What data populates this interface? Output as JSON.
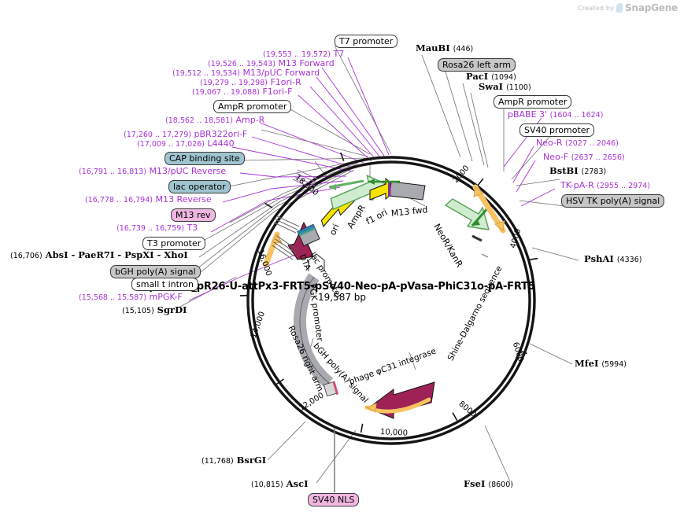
{
  "watermark": {
    "created_by": "Created by",
    "brand": "SnapGene",
    "logo_icon": "snapgene-logo-icon"
  },
  "map": {
    "title": "pBT313_pR26-U-attPx3-FRT5-pSV40-Neo-pA-pVasa-PhiC31o-pA-FRT5",
    "size": "19,587 bp",
    "type": "circular-plasmid-map",
    "colors": {
      "backbone": "#1a1a1a",
      "primer": "#a832d6",
      "enzyme": "#000000",
      "feature_gray": "#c6c6c6",
      "feature_teal": "#9fc4cf",
      "feature_pink": "#efb6e0",
      "arrow_yellow": "#f5e400",
      "arrow_green": "#c6ecc6",
      "arrow_orange": "#f7c362",
      "arrow_magenta": "#9e2256",
      "arrow_gray": "#a8aab0"
    }
  },
  "ticks": [
    {
      "label": "2000",
      "angle": 36.8
    },
    {
      "label": "4000",
      "angle": 73.5
    },
    {
      "label": "6000",
      "angle": 110.3
    },
    {
      "label": "8000",
      "angle": 147.1
    },
    {
      "label": "10,000",
      "angle": 183.9
    },
    {
      "label": "12,000",
      "angle": 220.6
    },
    {
      "label": "14,000",
      "angle": 257.4
    },
    {
      "label": "16,000",
      "angle": 294.2
    },
    {
      "label": "18,000",
      "angle": 331.0
    }
  ],
  "primers": [
    {
      "name": "T7",
      "range": "(19,553 .. 19,572)",
      "order": "range-first"
    },
    {
      "name": "M13 Forward",
      "range": "(19,526 .. 19,543)",
      "order": "range-first"
    },
    {
      "name": "M13/pUC Forward",
      "range": "(19,512 .. 19,534)",
      "order": "range-first"
    },
    {
      "name": "F1ori-R",
      "range": "(19,279 .. 19,298)",
      "order": "range-first"
    },
    {
      "name": "F1ori-F",
      "range": "(19,067 .. 19,088)",
      "order": "range-first"
    },
    {
      "name": "Amp-R",
      "range": "(18,562 .. 18,581)",
      "order": "range-first"
    },
    {
      "name": "pBR322ori-F",
      "range": "(17,260 .. 17,279)",
      "order": "range-first"
    },
    {
      "name": "L4440",
      "range": "(17,009 .. 17,026)",
      "order": "range-first"
    },
    {
      "name": "M13/pUC Reverse",
      "range": "(16,791 .. 16,813)",
      "order": "range-first"
    },
    {
      "name": "M13 Reverse",
      "range": "(16,778 .. 16,794)",
      "order": "range-first"
    },
    {
      "name": "T3",
      "range": "(16,739 .. 16,759)",
      "order": "range-first"
    },
    {
      "name": "mPGK-F",
      "range": "(15,568 .. 15,587)",
      "order": "range-first"
    },
    {
      "name": "pBABE 3'",
      "range": "(1604 .. 1624)",
      "order": "name-first"
    },
    {
      "name": "Neo-R",
      "range": "(2027 .. 2046)",
      "order": "name-first"
    },
    {
      "name": "Neo-F",
      "range": "(2637 .. 2656)",
      "order": "name-first"
    },
    {
      "name": "TK-pA-R",
      "range": "(2955 .. 2974)",
      "order": "name-first"
    }
  ],
  "enzymes": [
    {
      "name": "MauBI",
      "pos": "(446)",
      "order": "name-first"
    },
    {
      "name": "PacI",
      "pos": "(1094)",
      "order": "name-first"
    },
    {
      "name": "SwaI",
      "pos": "(1100)",
      "order": "name-first"
    },
    {
      "name": "BstBI",
      "pos": "(2783)",
      "order": "name-first"
    },
    {
      "name": "PshAI",
      "pos": "(4336)",
      "order": "name-first"
    },
    {
      "name": "MfeI",
      "pos": "(5994)",
      "order": "name-first"
    },
    {
      "name": "FseI",
      "pos": "(8600)",
      "order": "name-first"
    },
    {
      "name": "AscI",
      "pos": "(10,815)",
      "order": "pos-first"
    },
    {
      "name": "BsrGI",
      "pos": "(11,768)",
      "order": "pos-first"
    },
    {
      "name": "SgrDI",
      "pos": "(15,105)",
      "order": "pos-first"
    },
    {
      "name": "AbsI  -  PaeR7I   -  PspXI   -  XhoI",
      "pos": "(16,706)",
      "order": "pos-first"
    }
  ],
  "feature_chips": [
    {
      "label": "Rosa26 left arm",
      "style": "gray"
    },
    {
      "label": "AmpR promoter",
      "style": "white"
    },
    {
      "label": "SV40 promoter",
      "style": "white"
    },
    {
      "label": "HSV TK poly(A) signal",
      "style": "gray"
    },
    {
      "label": "SV40 NLS",
      "style": "pink"
    },
    {
      "label": "bGH poly(A) signal",
      "style": "gray"
    },
    {
      "label": "small t intron",
      "style": "white"
    },
    {
      "label": "T3 promoter",
      "style": "white"
    },
    {
      "label": "M13 rev",
      "style": "pink"
    },
    {
      "label": "lac operator",
      "style": "teal"
    },
    {
      "label": "CAP binding site",
      "style": "teal"
    },
    {
      "label": "AmpR promoter",
      "style": "white"
    },
    {
      "label": "T7 promoter",
      "style": "white"
    }
  ],
  "inner_features": [
    {
      "label": "ori"
    },
    {
      "label": "AmpR"
    },
    {
      "label": "f1 ori"
    },
    {
      "label": "M13 fwd"
    },
    {
      "label": "NeoR/KanR"
    },
    {
      "label": "Shine-Dalgarno sequence"
    },
    {
      "label": "phage φC31 integrase"
    },
    {
      "label": "bGH poly(A) signal"
    },
    {
      "label": "Rosa26 right arm"
    },
    {
      "label": "PGK promoter"
    },
    {
      "label": "DTA"
    },
    {
      "label": "lac promoter"
    }
  ]
}
